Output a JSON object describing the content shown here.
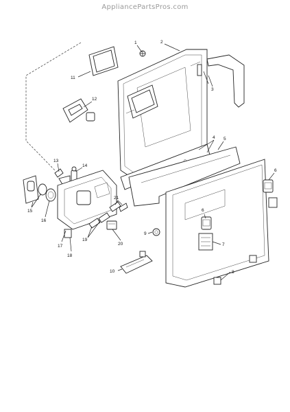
{
  "watermark": "AppliancePartsPros.com",
  "diagram": {
    "callouts": [
      {
        "id": "c1",
        "text": "1"
      },
      {
        "id": "c2",
        "text": "2"
      },
      {
        "id": "c3",
        "text": "3"
      },
      {
        "id": "c4",
        "text": "4"
      },
      {
        "id": "c5",
        "text": "5"
      },
      {
        "id": "c6a",
        "text": "6"
      },
      {
        "id": "c6b",
        "text": "6"
      },
      {
        "id": "c7",
        "text": "7"
      },
      {
        "id": "c8",
        "text": "8"
      },
      {
        "id": "c9",
        "text": "9"
      },
      {
        "id": "c10",
        "text": "10"
      },
      {
        "id": "c11",
        "text": "11"
      },
      {
        "id": "c12",
        "text": "12"
      },
      {
        "id": "c13",
        "text": "13"
      },
      {
        "id": "c14",
        "text": "14"
      },
      {
        "id": "c15",
        "text": "15"
      },
      {
        "id": "c16",
        "text": "16"
      },
      {
        "id": "c17",
        "text": "17"
      },
      {
        "id": "c18",
        "text": "18"
      },
      {
        "id": "c19",
        "text": "19"
      },
      {
        "id": "c20",
        "text": "20"
      },
      {
        "id": "c21",
        "text": "21"
      }
    ]
  }
}
